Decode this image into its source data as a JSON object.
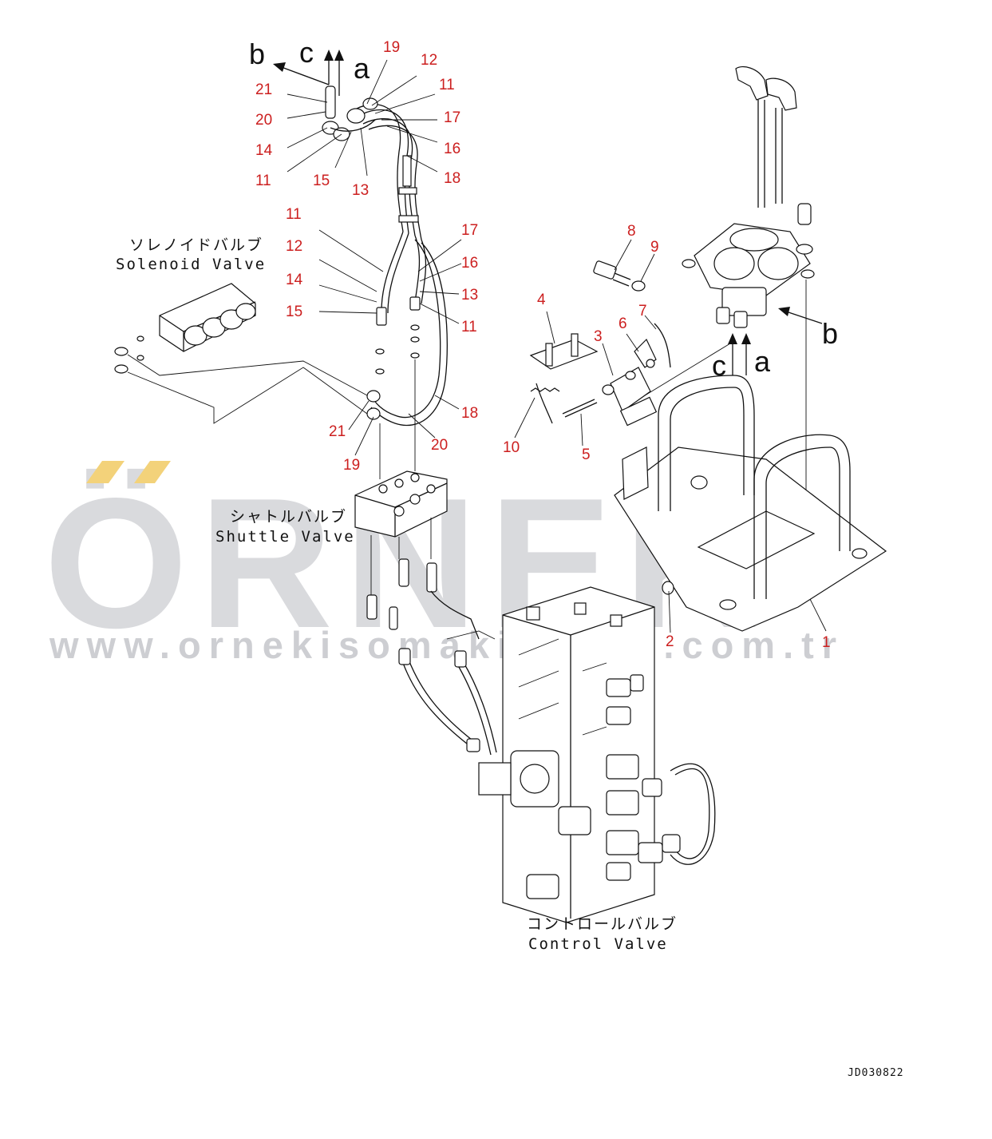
{
  "watermark": {
    "brand": "ÖRNEK",
    "url": "www.ornekisomakinalari.com.tr",
    "accent_color": "#f3d27a"
  },
  "captions": {
    "solenoid_jp": "ソレノイドバルブ",
    "solenoid_en": "Solenoid Valve",
    "shuttle_jp": "シャトルバルブ",
    "shuttle_en": "Shuttle Valve",
    "control_jp": "コントロールバルブ",
    "control_en": "Control Valve"
  },
  "drawing_code": "JD030822",
  "arrow_letters": {
    "a": "a",
    "b": "b",
    "c": "c"
  },
  "part_labels": {
    "p1": "1",
    "p2": "2",
    "p3": "3",
    "p4": "4",
    "p5": "5",
    "p6": "6",
    "p7": "7",
    "p8": "8",
    "p9": "9",
    "p10": "10",
    "t11a": "11",
    "t11b": "11",
    "t12": "12",
    "t13": "13",
    "t14": "14",
    "t15": "15",
    "t16": "16",
    "t17": "17",
    "t18": "18",
    "t19": "19",
    "t20": "20",
    "t21": "21",
    "m11a": "11",
    "m11b": "11",
    "m12": "12",
    "m13": "13",
    "m14": "14",
    "m15": "15",
    "m16": "16",
    "m17": "17",
    "m18": "18",
    "m19": "19",
    "m20": "20",
    "m21": "21"
  },
  "colors": {
    "label": "#cc1f1f",
    "line": "#111111",
    "watermark": "#d9dadd"
  }
}
